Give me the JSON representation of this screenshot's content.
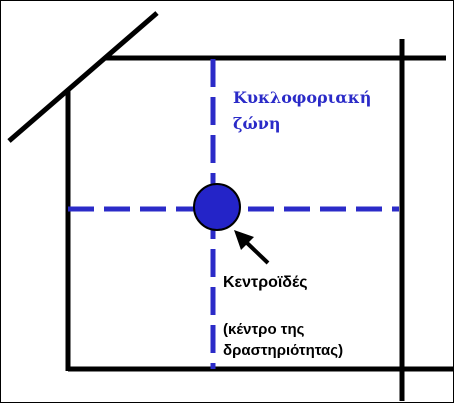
{
  "colors": {
    "zone": "#2b2bc8",
    "road": "#000000",
    "centroid": "#2424c8"
  },
  "labels": {
    "zone_line1": "Κυκλοφοριακή",
    "zone_line2": "ζώνη",
    "centroid": "Κεντροϊδές",
    "activity_line1": "(κέντρο της",
    "activity_line2": "δραστηριότητας)"
  }
}
